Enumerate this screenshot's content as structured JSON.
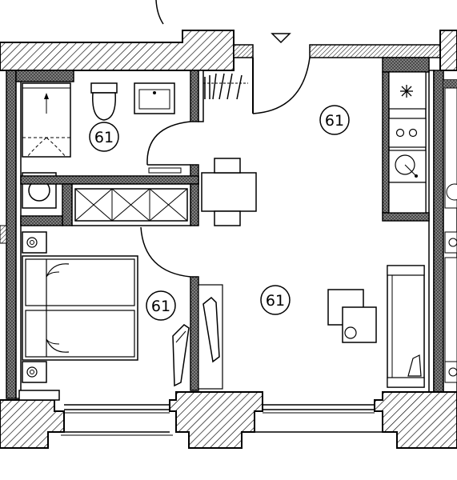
{
  "colors": {
    "ink": "#000000",
    "paper": "#ffffff",
    "wall_fill": "#cfcfcf",
    "insulation_fill": "#ffffff"
  },
  "room_labels": {
    "bathroom": "61",
    "living_room": "61",
    "bedroom": "61",
    "hall": "61"
  },
  "icons": {
    "entrance": "entrance-arrow-icon",
    "stove": "stove-burner-icon",
    "drain": "shower-drain-icon"
  }
}
